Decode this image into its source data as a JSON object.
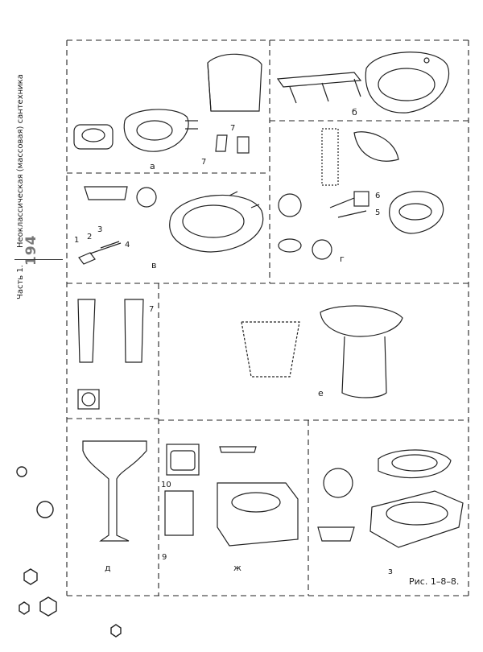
{
  "page": {
    "part_label": "Часть 1.",
    "section_title": "Неоклассическая (массовая) сантехника",
    "page_number": "194"
  },
  "figure": {
    "caption": "Рис. 1–8–8.",
    "panel_labels": {
      "a": "а",
      "b": "б",
      "v": "в",
      "g": "г",
      "d": "д",
      "e": "е",
      "zh": "ж",
      "z": "з"
    },
    "callouts": {
      "a_pedestal": "7",
      "a_cap": "7",
      "v_1": "1",
      "v_2": "2",
      "v_3": "3",
      "v_4": "4",
      "g_5": "5",
      "g_6": "6",
      "d_7": "7",
      "zh_9": "9",
      "zh_10": "10"
    }
  }
}
